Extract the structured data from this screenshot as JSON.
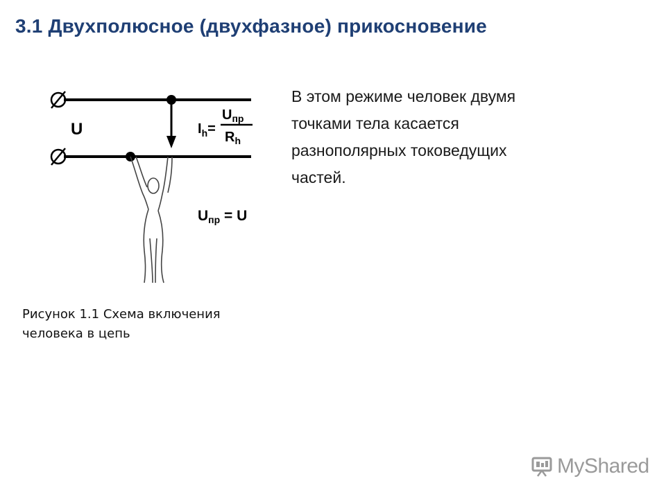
{
  "slide": {
    "title": "3.1 Двухполюсное (двухфазное) прикосновение",
    "text_lines": [
      "В этом режиме человек двумя",
      "точками тела  касается",
      "разнополярных  токоведущих",
      "частей."
    ],
    "caption_lines": [
      "Рисунок 1.1 Схема включения",
      "человека в цепь"
    ]
  },
  "diagram": {
    "voltage_label": "U",
    "current_symbol": "I",
    "current_subscript": "h",
    "numerator_symbol": "U",
    "numerator_subscript": "пр",
    "denominator_symbol": "R",
    "denominator_subscript": "h",
    "equality_lhs_symbol": "U",
    "equality_lhs_subscript": "пр",
    "equality_rhs": "U"
  },
  "logo": {
    "text": "MyShared",
    "icon": "presentation-board-icon"
  }
}
